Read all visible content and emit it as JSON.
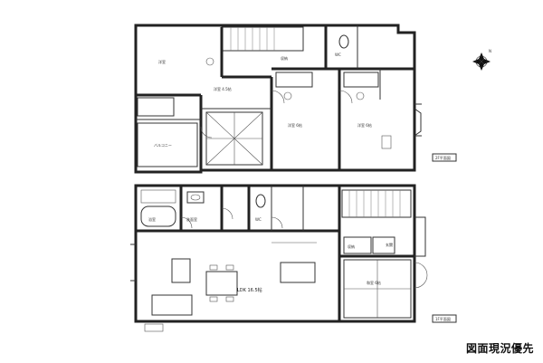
{
  "caption": "図面現況優先",
  "floors": {
    "upper_tag": "2F平面図",
    "lower_tag": "1F平面図"
  },
  "upper_rooms": [
    {
      "id": "u1",
      "label": "洋室"
    },
    {
      "id": "u2",
      "label": "洋室 6帖"
    },
    {
      "id": "u3",
      "label": "洋室 6帖"
    },
    {
      "id": "u4",
      "label": "洋室 4.5帖"
    },
    {
      "id": "u5",
      "label": "収納"
    },
    {
      "id": "u6",
      "label": "WC"
    },
    {
      "id": "u7",
      "label": "バルコニー"
    }
  ],
  "lower_rooms": [
    {
      "id": "l1",
      "label": "浴室"
    },
    {
      "id": "l2",
      "label": "洗面室"
    },
    {
      "id": "l3",
      "label": "WC"
    },
    {
      "id": "l4",
      "label": "LDK 16.5帖"
    },
    {
      "id": "l5",
      "label": "和室 6帖"
    },
    {
      "id": "l6",
      "label": "玄関"
    },
    {
      "id": "l7",
      "label": "収納"
    }
  ],
  "compass": {
    "label": "N"
  }
}
